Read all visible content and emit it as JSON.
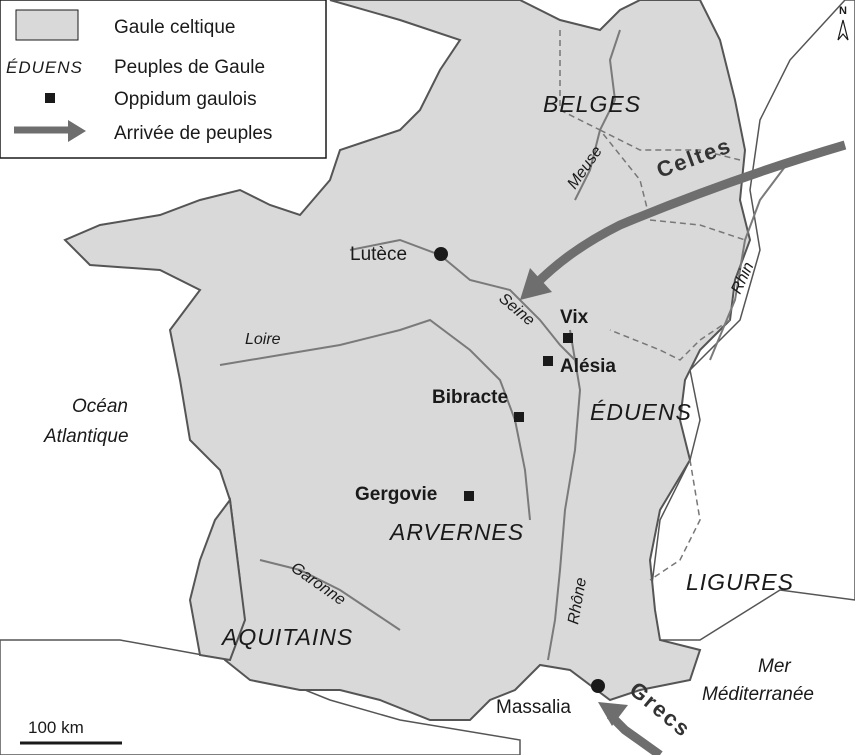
{
  "legend": {
    "gaul_label": "Gaule celtique",
    "people_sample": "ÉDUENS",
    "people_label": "Peuples de Gaule",
    "oppidum_label": "Oppidum gaulois",
    "arrival_label": "Arrivée de peuples"
  },
  "north_label": "N",
  "peoples": [
    "BELGES",
    "ÉDUENS",
    "ARVERNES",
    "LIGURES",
    "AQUITAINS"
  ],
  "arrivals": [
    "Celtes",
    "Grecs"
  ],
  "rivers": [
    "Meuse",
    "Rhin",
    "Seine",
    "Loire",
    "Garonne",
    "Rhône"
  ],
  "places": {
    "oppida": [
      "Vix",
      "Alésia",
      "Bibracte",
      "Gergovie"
    ],
    "cities": [
      "Lutèce",
      "Massalia"
    ]
  },
  "seas": {
    "ocean_line1": "Océan",
    "ocean_line2": "Atlantique",
    "med_line1": "Mer",
    "med_line2": "Méditerranée"
  },
  "scale_label": "100 km",
  "colors": {
    "gaul_fill": "#d9d9d9",
    "outside_fill": "#ffffff",
    "arrow": "#6e6e6e",
    "river": "#7a7a7a",
    "border": "#555555"
  }
}
